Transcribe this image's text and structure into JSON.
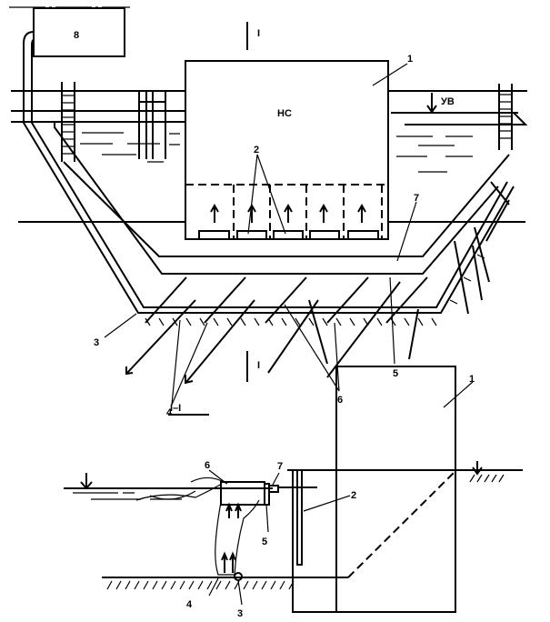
{
  "plan": {
    "tank_label": "8",
    "section_mark_top": "I",
    "section_mark_bottom": "I",
    "station_label": "НС",
    "water_level_label": "УВ",
    "callouts": {
      "c1": "1",
      "c2": "2",
      "c3": "3",
      "c4": "4",
      "c5": "5",
      "c6": "6",
      "c7": "7"
    }
  },
  "section": {
    "title": "I–I",
    "callouts": {
      "c1": "1",
      "c2": "2",
      "c3": "3",
      "c4": "4",
      "c5": "5",
      "c6": "6",
      "c7": "7"
    }
  }
}
